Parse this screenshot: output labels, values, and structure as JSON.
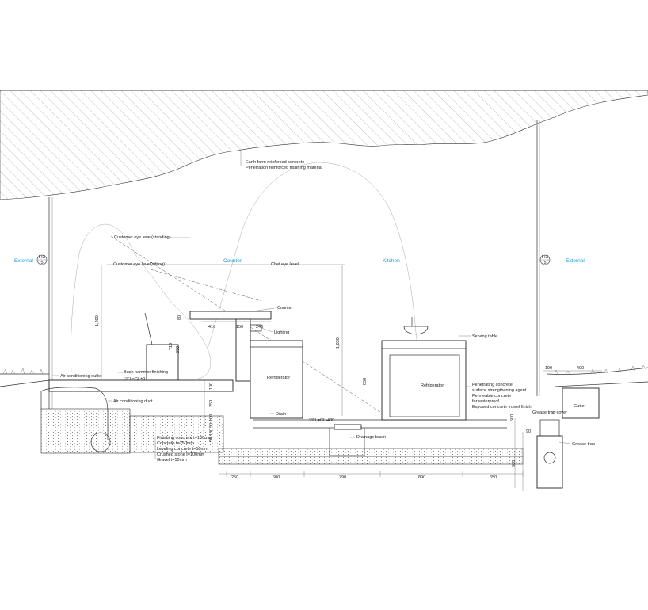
{
  "zones": {
    "external_left": "External",
    "counter": "Counter",
    "kitchen": "Kitchen",
    "external_right": "External"
  },
  "section_markers": {
    "left": {
      "top": "FIX",
      "bottom": "5"
    },
    "right": {
      "top": "FIX",
      "bottom": "5"
    }
  },
  "labels": {
    "earth_form": "Earth form reinforced concrete",
    "penetration": "Penetration reinforced finishing material",
    "eye_standing": "Customer eye level(standing)",
    "eye_sitting": "Customer eye level(sitting)",
    "chef_eye": "Chef eye level",
    "counter_label": "Counter",
    "lighting": "Lighting",
    "serving_table": "Serving table",
    "refrigerator_left": "Refrigerator",
    "refrigerator_right": "Refrigerator",
    "ac_outlet": "Air conditioning outlet",
    "bush_hammer": "Bush hammer finishing",
    "fl_gl0": "▽FL=GL±0",
    "ac_duct": "Air conditioning duct",
    "drain": "Drain",
    "fl_gl430": "▽FL=GL-430",
    "drainage_basin": "Drainage basin",
    "grease_trap_cover": "Grease trap cover",
    "grease_trap": "Grease trap",
    "gutter": "Gutter"
  },
  "floor_layers": [
    "Finishing concrete t=100mm",
    "Concrete t=250mm",
    "Leveling concrete t=50mm",
    "Crushed stone t=100mm",
    "Gravel t=50mm"
  ],
  "kitchen_floor_notes": [
    "Penetrating concrete",
    "surface strengthening agent",
    "Permeable concrete",
    "for waterproof",
    "Exposed concrete trowel finish"
  ],
  "dimensions": {
    "bottom": [
      "250",
      "600",
      "790",
      "890",
      "650"
    ],
    "counter_top": [
      "410",
      "150",
      "240"
    ],
    "vertical_1200": "1,200",
    "vertical_1630": "1,630",
    "vertical_850": "850",
    "vertical_80": "80",
    "vertical_710": "710",
    "vertical_630": "630",
    "vertical_100": "100",
    "vertical_250": "250",
    "vertical_stack": [
      "100",
      "50",
      "100",
      "50"
    ],
    "right_190": "190",
    "right_400": "400",
    "right_500": "500",
    "right_90": "90",
    "right_580": "580"
  }
}
